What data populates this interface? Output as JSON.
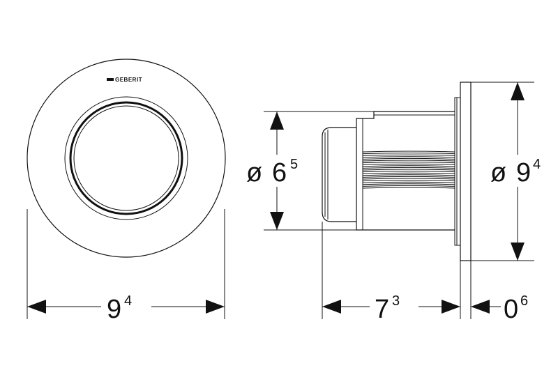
{
  "logo": {
    "text": "GEBERIT"
  },
  "dimensions": {
    "front_width": {
      "main": "9",
      "sup": "4"
    },
    "inner_diameter": {
      "symbol": "ø",
      "main": "6",
      "sup": "5"
    },
    "outer_diameter": {
      "symbol": "ø",
      "main": "9",
      "sup": "4"
    },
    "depth": {
      "main": "7",
      "sup": "3"
    },
    "plate": {
      "main": "0",
      "sup": "6"
    }
  }
}
